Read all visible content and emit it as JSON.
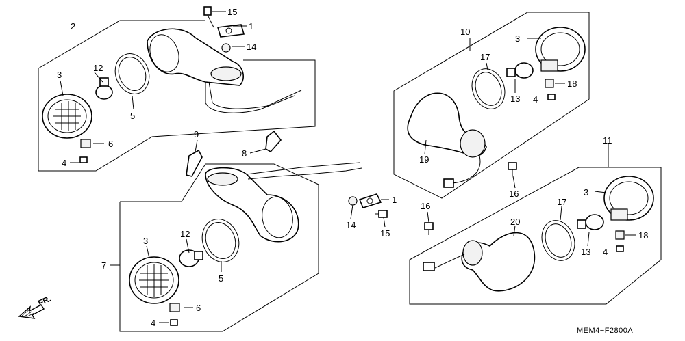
{
  "diagram": {
    "code": "MEM4−F2800A",
    "direction_label": "FR.",
    "callouts": [
      "1",
      "2",
      "3",
      "4",
      "5",
      "6",
      "7",
      "8",
      "9",
      "10",
      "11",
      "12",
      "13",
      "14",
      "15",
      "16",
      "17",
      "18",
      "19",
      "20"
    ]
  }
}
